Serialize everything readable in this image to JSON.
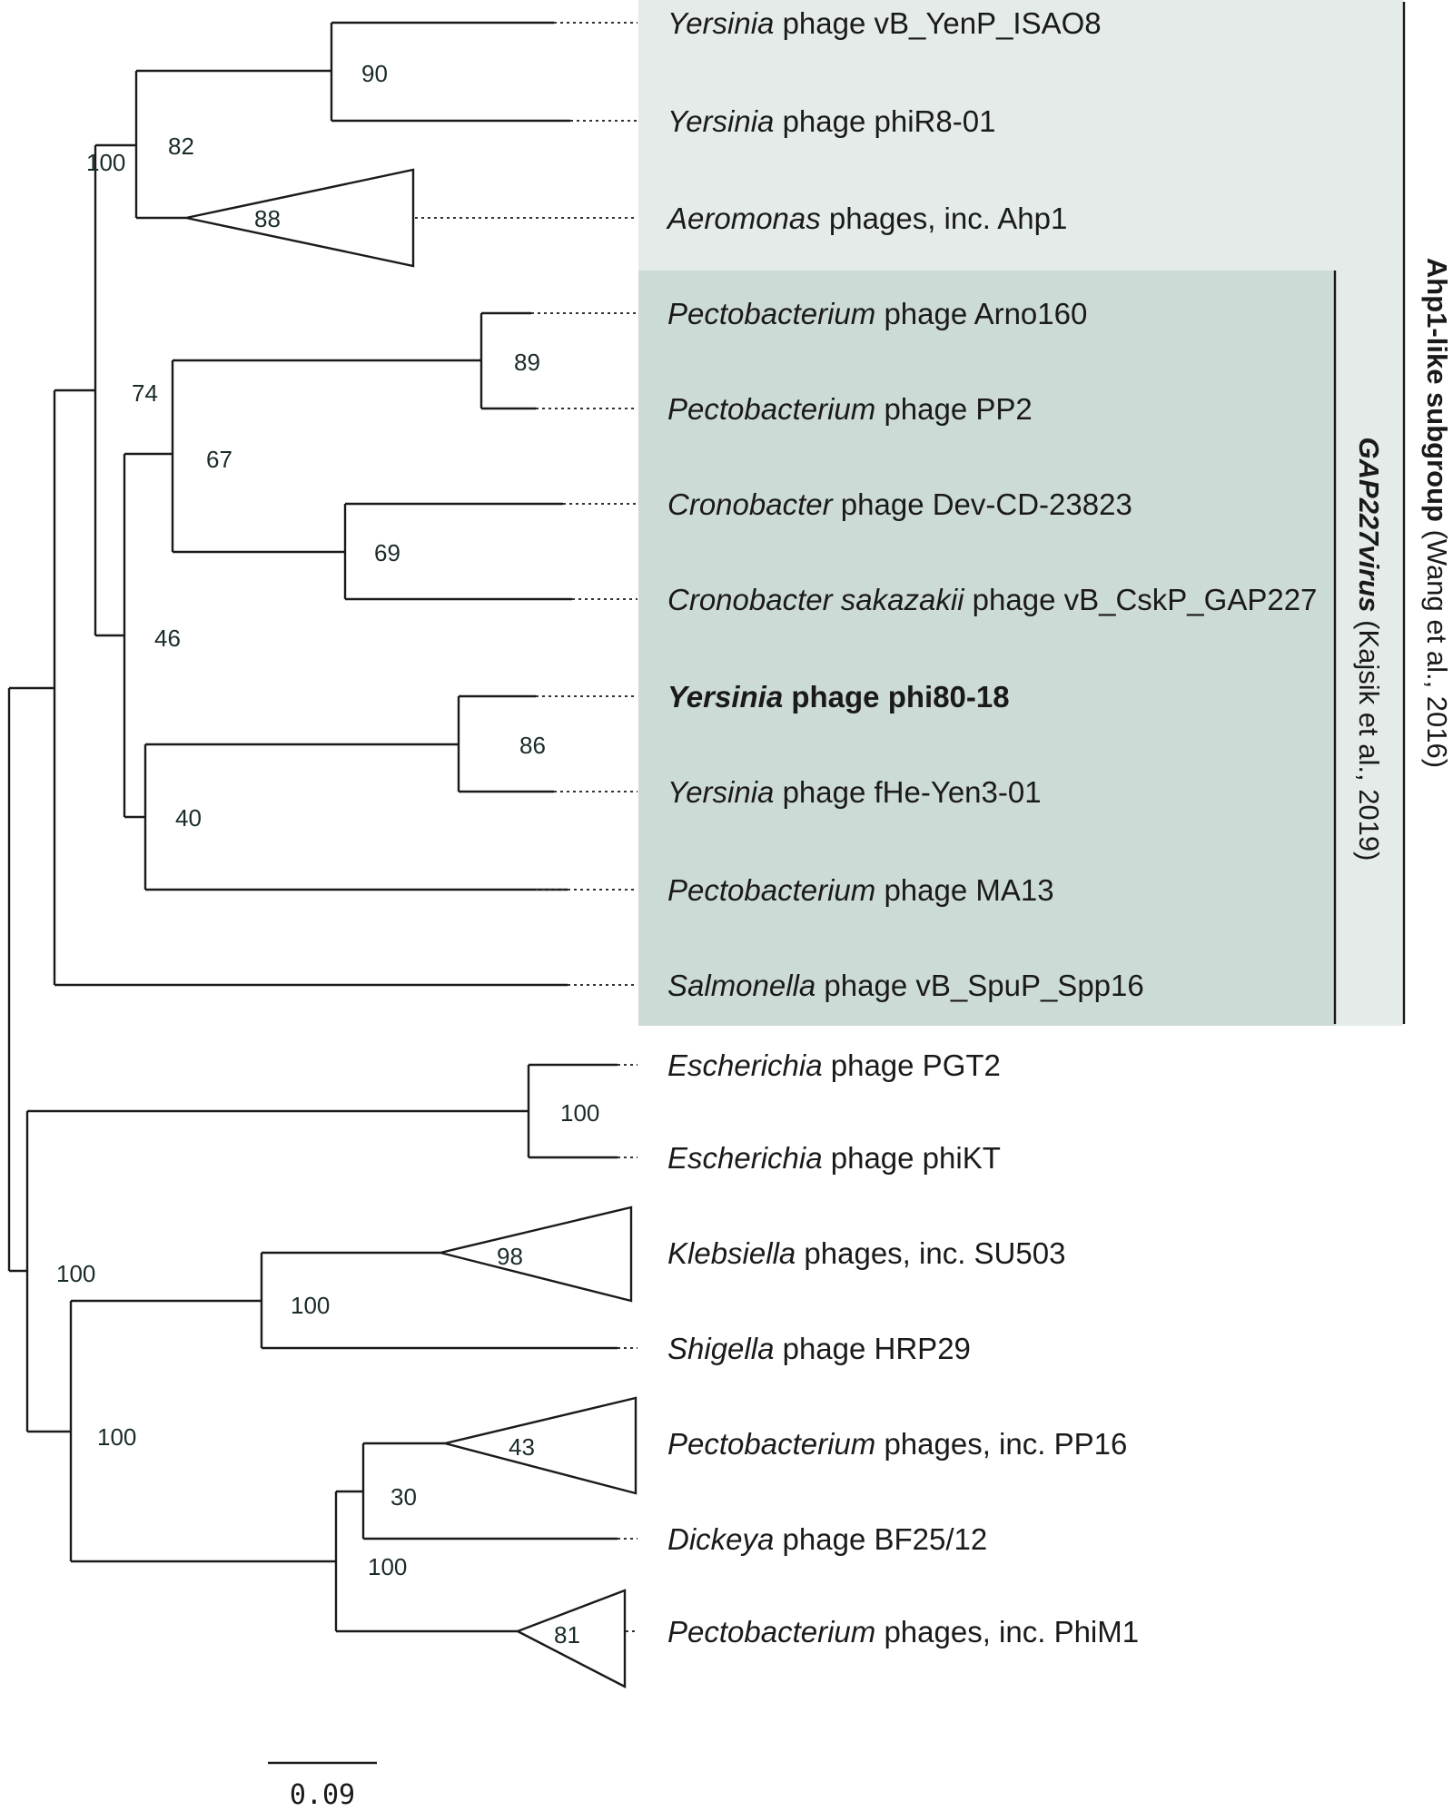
{
  "taxa": [
    {
      "genus": "Yersinia",
      "rest": " phage vB_YenP_ISAO8",
      "bold": false
    },
    {
      "genus": "Yersinia",
      "rest": " phage phiR8-01",
      "bold": false
    },
    {
      "genus": "Aeromonas",
      "rest": " phages, inc. Ahp1",
      "bold": false
    },
    {
      "genus": "Pectobacterium",
      "rest": " phage Arno160",
      "bold": false
    },
    {
      "genus": "Pectobacterium",
      "rest": " phage PP2",
      "bold": false
    },
    {
      "genus": "Cronobacter",
      "rest": " phage Dev-CD-23823",
      "bold": false
    },
    {
      "genus": "Cronobacter sakazakii",
      "rest": " phage vB_CskP_GAP227",
      "bold": false
    },
    {
      "genus": "Yersinia",
      "rest": " phage phi80-18",
      "bold": true
    },
    {
      "genus": "Yersinia",
      "rest": " phage fHe-Yen3-01",
      "bold": false
    },
    {
      "genus": "Pectobacterium",
      "rest": " phage MA13",
      "bold": false
    },
    {
      "genus": "Salmonella",
      "rest": " phage vB_SpuP_Spp16",
      "bold": false
    },
    {
      "genus": "Escherichia",
      "rest": " phage PGT2",
      "bold": false
    },
    {
      "genus": "Escherichia",
      "rest": " phage phiKT",
      "bold": false
    },
    {
      "genus": "Klebsiella",
      "rest": " phages, inc. SU503",
      "bold": false
    },
    {
      "genus": "Shigella",
      "rest": " phage HRP29",
      "bold": false
    },
    {
      "genus": "Pectobacterium",
      "rest": " phages, inc. PP16",
      "bold": false
    },
    {
      "genus": "Dickeya",
      "rest": " phage BF25/12",
      "bold": false
    },
    {
      "genus": "Pectobacterium",
      "rest": " phages, inc. PhiM1",
      "bold": false
    }
  ],
  "bootstrap": [
    "90",
    "82",
    "100",
    "88",
    "89",
    "74",
    "67",
    "69",
    "46",
    "86",
    "40",
    "100",
    "98",
    "100",
    "100",
    "100",
    "43",
    "30",
    "100",
    "81"
  ],
  "clades": {
    "outer": {
      "bold": "Ahp1-like subgroup",
      "rest": " (Wang et al., 2016)"
    },
    "inner": {
      "bold": "GAP227virus",
      "rest": " (Kajsik et al., 2019)"
    }
  },
  "scale_bar": {
    "label": "0.09"
  },
  "colors": {
    "outer_band": "#e4ebe8",
    "inner_band": "#cddbd6",
    "line": "#1a1a1a"
  }
}
